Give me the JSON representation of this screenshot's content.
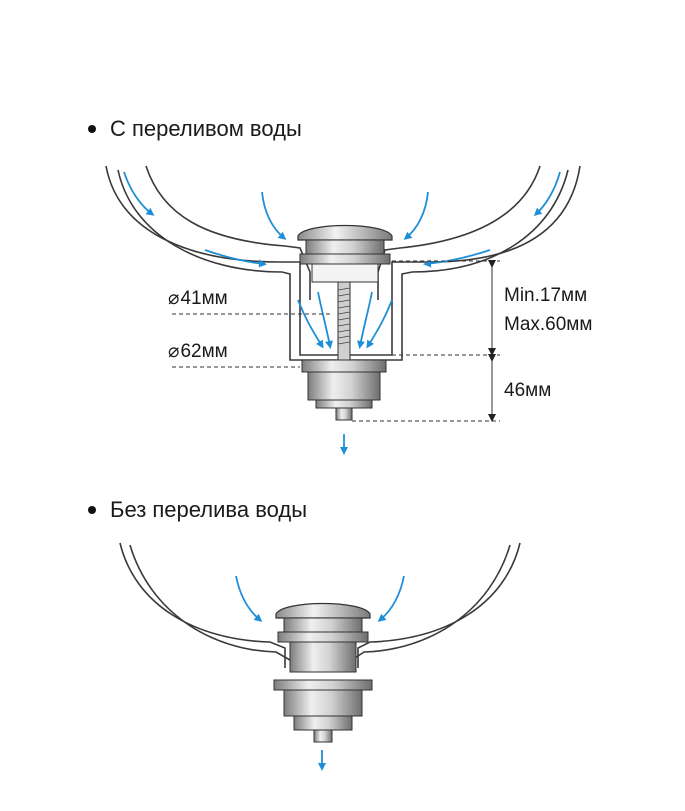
{
  "sections": [
    {
      "title": "С переливом воды"
    },
    {
      "title": "Без перелива воды"
    }
  ],
  "dimensions": {
    "diameter_symbol": "⌀",
    "inner_diameter": "41мм",
    "outer_diameter": "62мм",
    "min_thickness": "Min.17мм",
    "max_thickness": "Max.60мм",
    "body_height": "46мм"
  },
  "colors": {
    "flow_arrow": "#1e8fd6",
    "outline": "#3a3a3a",
    "metal_light": "#e6e6e6",
    "metal_dark": "#8c8c8c",
    "text": "#1a1a1a"
  }
}
